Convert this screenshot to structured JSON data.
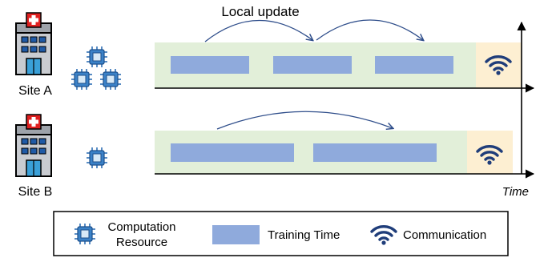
{
  "colors": {
    "train_bg": "#e2efd9",
    "comm_bg": "#fdefd2",
    "training_bar": "#8faadc",
    "wifi": "#1f3d7a",
    "chip": "#2f6fb5",
    "building_red": "#e02020",
    "arrow": "#2e4d8a"
  },
  "labels": {
    "local_update": "Local update",
    "time": "Time"
  },
  "sites": [
    {
      "label": "Site A",
      "resources": 3,
      "training_blocks": 3
    },
    {
      "label": "Site B",
      "resources": 1,
      "training_blocks": 2
    }
  ],
  "legend": {
    "resource_line1": "Computation",
    "resource_line2": "Resource",
    "training": "Training Time",
    "communication": "Communication"
  },
  "icons": {
    "building": "hospital-building-icon",
    "resource": "chip-icon",
    "communication": "wifi-icon"
  }
}
